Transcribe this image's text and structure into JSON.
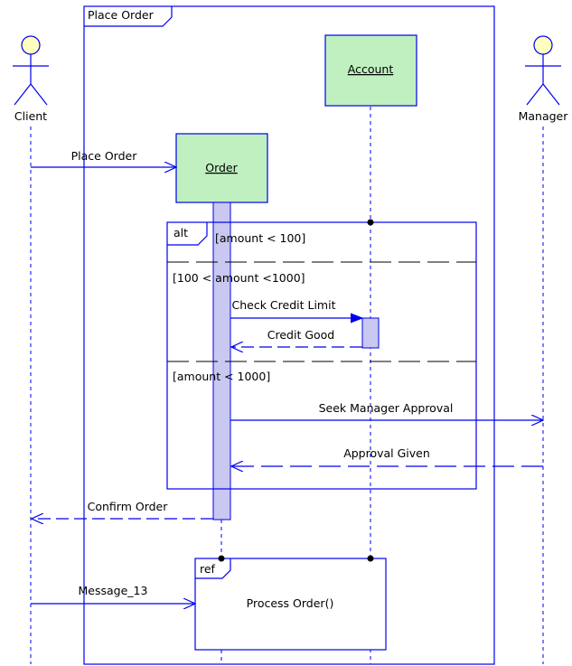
{
  "frame": {
    "title": "Place Order"
  },
  "lifelines": {
    "client": {
      "label": "Client",
      "kind": "actor"
    },
    "order": {
      "label": "Order",
      "kind": "object"
    },
    "account": {
      "label": "Account",
      "kind": "object"
    },
    "manager": {
      "label": "Manager",
      "kind": "actor"
    }
  },
  "alt_fragment": {
    "operator": "alt",
    "guards": [
      "[amount < 100]",
      "[100 < amount <1000]",
      "[amount < 1000]"
    ]
  },
  "ref_fragment": {
    "operator": "ref",
    "label": "Process Order()"
  },
  "messages": {
    "place_order": "Place Order",
    "check_credit": "Check Credit Limit",
    "credit_good": "Credit Good",
    "seek_approval": "Seek Manager Approval",
    "approval_given": "Approval Given",
    "confirm_order": "Confirm Order",
    "message_13": "Message_13"
  },
  "colors": {
    "line": "#0000ee",
    "object_fill": "#c0f0c0",
    "activation_fill": "#c8c8f0",
    "actor_head": "#ffffc0"
  }
}
